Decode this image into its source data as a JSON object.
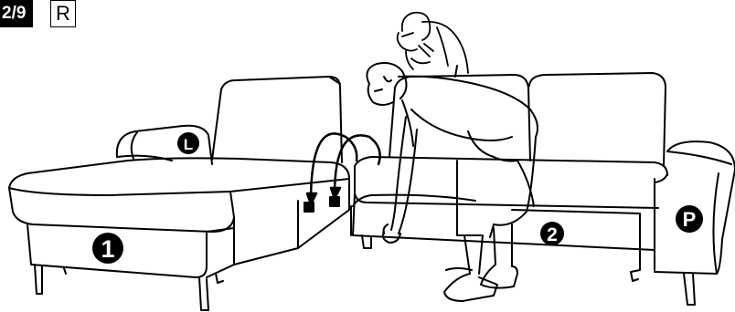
{
  "header": {
    "step_label": "2/9",
    "side_code": "R"
  },
  "markers": {
    "part1": "1",
    "part2": "2",
    "left_label": "L",
    "right_label": "P"
  }
}
